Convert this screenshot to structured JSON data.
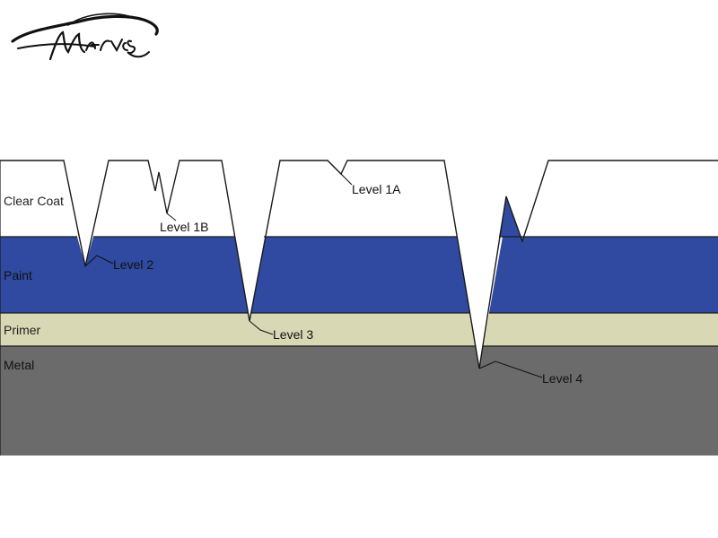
{
  "logo": {
    "text": "MARVES"
  },
  "colors": {
    "clear_coat": "#ffffff",
    "paint": "#2f4aa0",
    "primer": "#d9d8b4",
    "metal": "#6b6b6b",
    "outline": "#1a1a1a"
  },
  "layers": [
    {
      "key": "clear_coat",
      "label": "Clear Coat"
    },
    {
      "key": "paint",
      "label": "Paint"
    },
    {
      "key": "primer",
      "label": "Primer"
    },
    {
      "key": "metal",
      "label": "Metal"
    }
  ],
  "levels": {
    "l1a": "Level 1A",
    "l1b": "Level 1B",
    "l2": "Level 2",
    "l3": "Level 3",
    "l4": "Level 4"
  }
}
